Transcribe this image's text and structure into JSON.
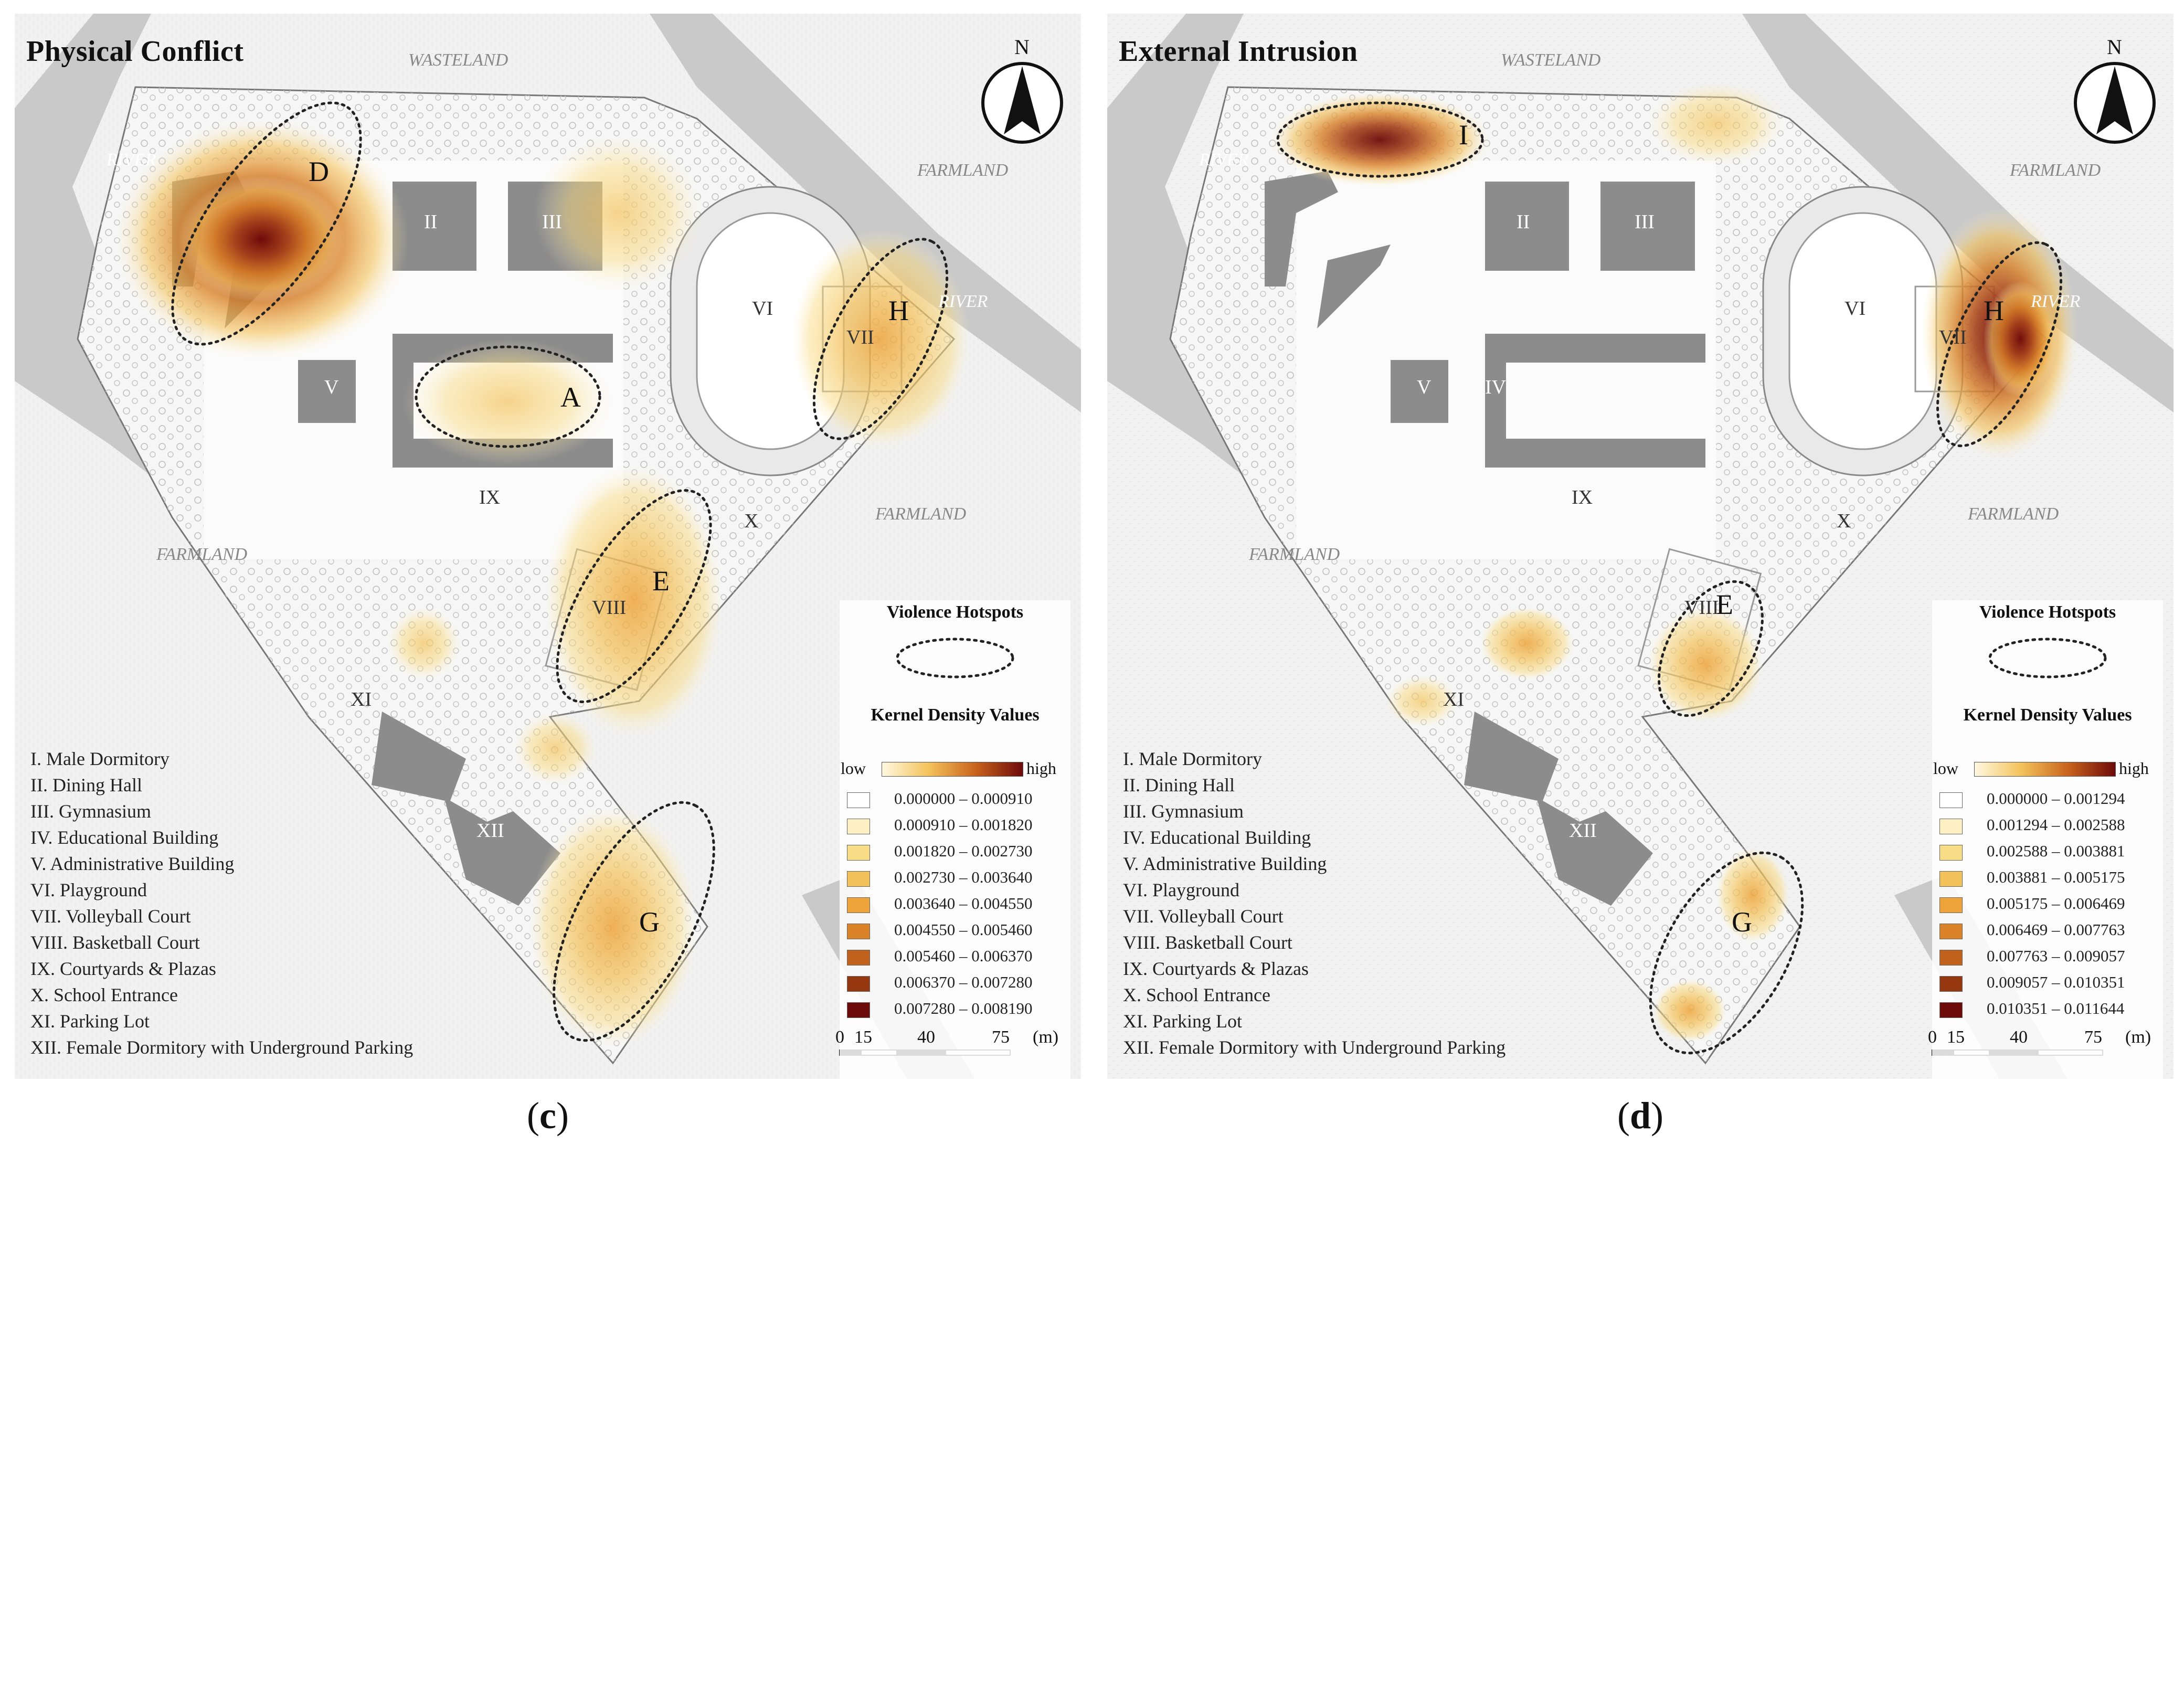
{
  "panels": [
    {
      "id": "c",
      "title": "Physical Conflict",
      "caption_label": "c",
      "hotspots": [
        "D",
        "A",
        "H",
        "E",
        "G"
      ],
      "kde_values": [
        "0.000000 – 0.000910",
        "0.000910 – 0.001820",
        "0.001820 – 0.002730",
        "0.002730 – 0.003640",
        "0.003640 – 0.004550",
        "0.004550 – 0.005460",
        "0.005460 – 0.006370",
        "0.006370 – 0.007280",
        "0.007280 – 0.008190"
      ]
    },
    {
      "id": "d",
      "title": "External Intrusion",
      "caption_label": "d",
      "hotspots": [
        "I",
        "H",
        "E",
        "G"
      ],
      "kde_values": [
        "0.000000 – 0.001294",
        "0.001294 – 0.002588",
        "0.002588 – 0.003881",
        "0.003881 – 0.005175",
        "0.005175 – 0.006469",
        "0.006469 – 0.007763",
        "0.007763 – 0.009057",
        "0.009057 – 0.010351",
        "0.010351 – 0.011644"
      ]
    }
  ],
  "map_labels": {
    "wasteland": "WASTELAND",
    "river": "RIVER",
    "farmland": "FARMLAND",
    "north": "N"
  },
  "building_labels": [
    "I",
    "II",
    "III",
    "IV",
    "V",
    "VI",
    "VII",
    "VIII",
    "IX",
    "X",
    "XI",
    "XII"
  ],
  "building_legend": [
    "I. Male Dormitory",
    "II. Dining Hall",
    "III. Gymnasium",
    "IV. Educational Building",
    "V. Administrative Building",
    "VI. Playground",
    "VII. Volleyball Court",
    "VIII. Basketball Court",
    "IX. Courtyards & Plazas",
    "X. School Entrance",
    "XI. Parking Lot",
    "XII. Female Dormitory with Underground Parking"
  ],
  "legend": {
    "hotspot_title": "Violence Hotspots",
    "kde_title": "Kernel Density Values",
    "low": "low",
    "high": "high",
    "class_colors": [
      "#ffffff",
      "#fdf1c4",
      "#f9dc86",
      "#f4c25a",
      "#eda33a",
      "#d98228",
      "#c0621b",
      "#96380f",
      "#6d0a0a"
    ]
  },
  "scale_bar": {
    "ticks": [
      "0",
      "15",
      "40",
      "75"
    ],
    "unit": "(m)"
  },
  "colors": {
    "building": "#8c8c8c",
    "river": "#c9c9c9",
    "road": "#ffffff",
    "campus": "#f4f4f4",
    "hotspot_ellipse": "#222222"
  }
}
